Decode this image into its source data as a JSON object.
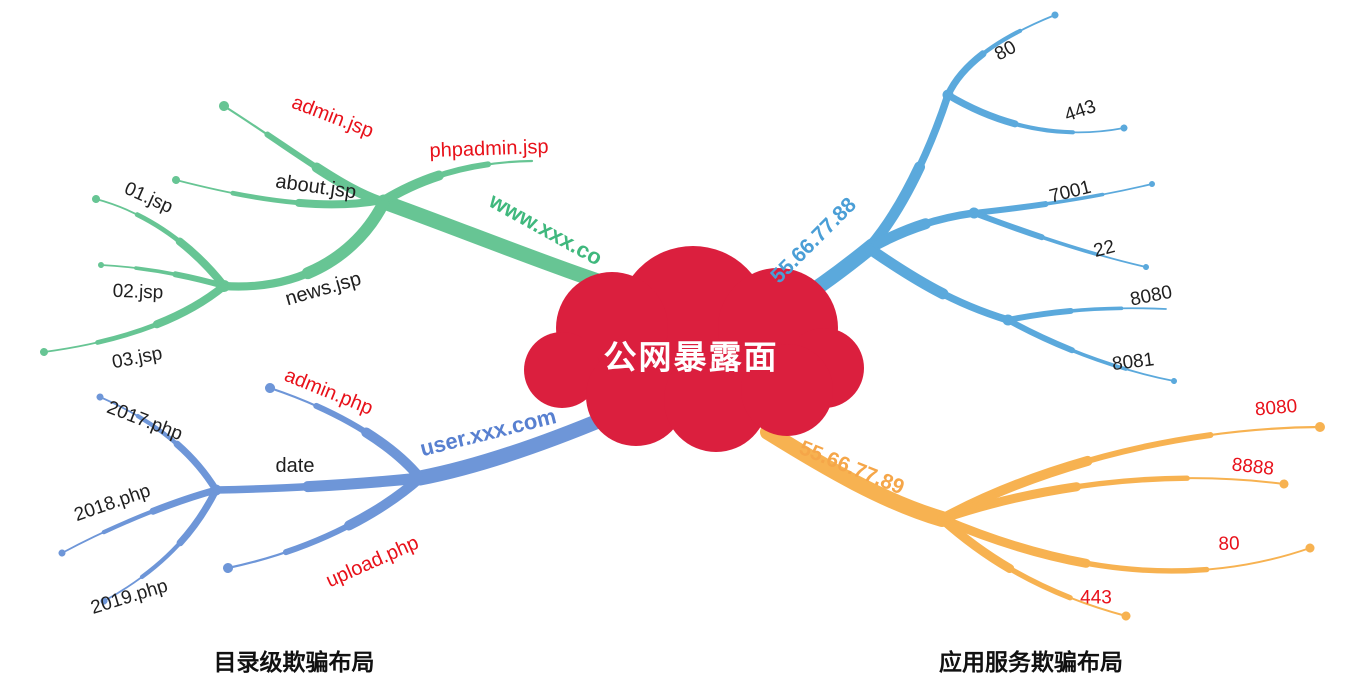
{
  "center_topic": {
    "label": "公网暴露面",
    "cloud_color": "#DB1F3E",
    "text_color": "#FFFFFF"
  },
  "branches": [
    {
      "key": "www",
      "label": "www.xxx.co",
      "line_color": "#67C594",
      "label_color": "#3FB87D",
      "children": [
        {
          "key": "admin_jsp",
          "label": "admin.jsp",
          "label_color": "#E8111A"
        },
        {
          "key": "phpadmin_jsp",
          "label": "phpadmin.jsp",
          "label_color": "#E8111A"
        },
        {
          "key": "about_jsp",
          "label": "about.jsp",
          "label_color": "#1F1F1F"
        },
        {
          "key": "news_jsp",
          "label": "news.jsp",
          "label_color": "#1F1F1F",
          "children": [
            {
              "key": "jsp01",
              "label": "01.jsp",
              "label_color": "#1F1F1F"
            },
            {
              "key": "jsp02",
              "label": "02.jsp",
              "label_color": "#1F1F1F"
            },
            {
              "key": "jsp03",
              "label": "03.jsp",
              "label_color": "#1F1F1F"
            }
          ]
        }
      ]
    },
    {
      "key": "ip88",
      "label": "55.66.77.88",
      "line_color": "#5BA9DC",
      "label_color": "#4A9ED6",
      "children": [
        {
          "key": "p80",
          "label": "80",
          "label_color": "#1F1F1F"
        },
        {
          "key": "p443",
          "label": "443",
          "label_color": "#1F1F1F"
        },
        {
          "key": "p7001",
          "label": "7001",
          "label_color": "#1F1F1F"
        },
        {
          "key": "p22",
          "label": "22",
          "label_color": "#1F1F1F"
        },
        {
          "key": "p8080",
          "label": "8080",
          "label_color": "#1F1F1F"
        },
        {
          "key": "p8081",
          "label": "8081",
          "label_color": "#1F1F1F"
        }
      ]
    },
    {
      "key": "user",
      "label": "user.xxx.com",
      "line_color": "#6E96D8",
      "label_color": "#5880D0",
      "children": [
        {
          "key": "admin_php",
          "label": "admin.php",
          "label_color": "#E8111A"
        },
        {
          "key": "date",
          "label": "date",
          "label_color": "#1F1F1F",
          "children": [
            {
              "key": "php2017",
              "label": "2017.php",
              "label_color": "#1F1F1F"
            },
            {
              "key": "php2018",
              "label": "2018.php",
              "label_color": "#1F1F1F"
            },
            {
              "key": "php2019",
              "label": "2019.php",
              "label_color": "#1F1F1F"
            }
          ]
        },
        {
          "key": "upload_php",
          "label": "upload.php",
          "label_color": "#E8111A"
        }
      ]
    },
    {
      "key": "ip89",
      "label": "55.66.77.89",
      "line_color": "#F7B251",
      "label_color": "#F5A649",
      "children": [
        {
          "key": "q8080",
          "label": "8080",
          "label_color": "#E8111A"
        },
        {
          "key": "q8888",
          "label": "8888",
          "label_color": "#E8111A"
        },
        {
          "key": "q80",
          "label": "80",
          "label_color": "#E8111A"
        },
        {
          "key": "q443",
          "label": "443",
          "label_color": "#E8111A"
        }
      ]
    }
  ],
  "captions": [
    {
      "key": "cap_left",
      "label": "目录级欺骗布局",
      "label_color": "#111111"
    },
    {
      "key": "cap_right",
      "label": "应用服务欺骗布局",
      "label_color": "#111111"
    }
  ]
}
